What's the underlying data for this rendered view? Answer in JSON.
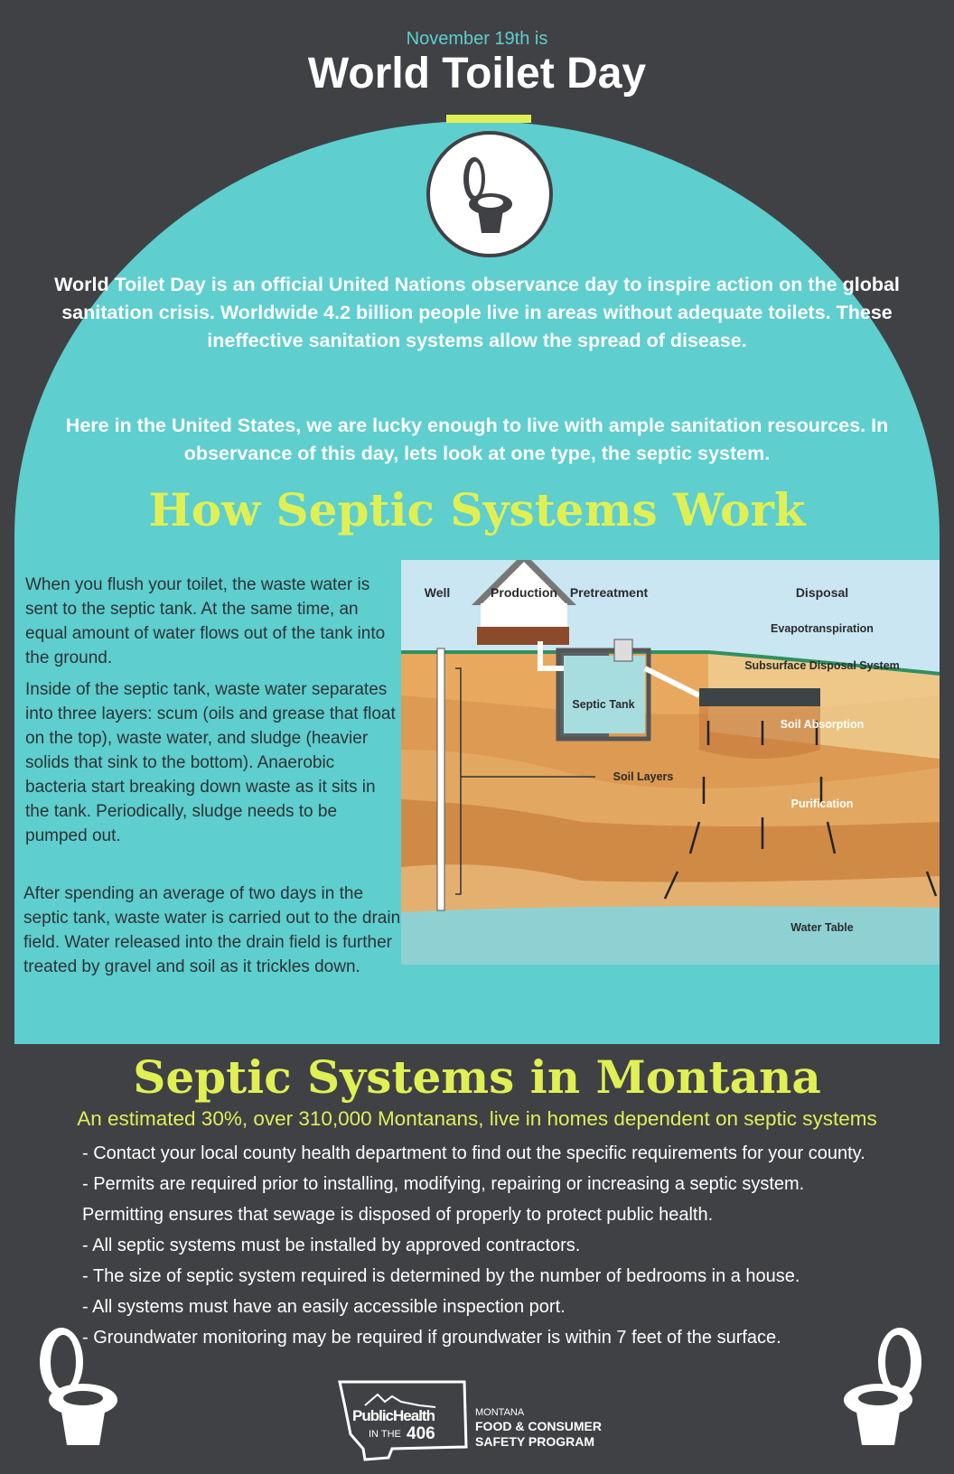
{
  "header": {
    "subtitle": "November 19th is",
    "title": "World Toilet Day"
  },
  "intro": {
    "p1": "World Toilet Day is an official United Nations observance day to inspire action on the global sanitation crisis. Worldwide 4.2 billion people live in areas without adequate toilets. These ineffective sanitation systems allow the spread of disease.",
    "p2": "Here in the United States, we are lucky enough to live with ample sanitation resources. In observance of this day, lets look at one type, the septic system."
  },
  "how": {
    "heading": "How Septic Systems Work",
    "paragraphs": [
      "When you flush your toilet, the waste water is sent to the septic tank. At the same time, an equal amount of water flows out of the tank into the ground.",
      "Inside of the septic tank, waste water separates into three layers: scum (oils and grease that float on the top), waste water, and sludge (heavier solids that sink to the bottom). Anaerobic bacteria start breaking down waste as it sits in the tank. Periodically, sludge needs to be pumped out.",
      "After spending an average of two days in the septic tank, waste water is carried out to the drain field. Water released into the drain field is further treated by gravel and soil as it trickles down."
    ],
    "diagram": {
      "well": "Well",
      "production": "Production",
      "pretreatment": "Pretreatment",
      "disposal": "Disposal",
      "evapo": "Evapotranspiration",
      "subsurface": "Subsurface Disposal System",
      "tank": "Septic Tank",
      "absorption": "Soil Absorption",
      "soil_layers": "Soil Layers",
      "purification": "Purification",
      "water_table": "Water Table"
    }
  },
  "montana": {
    "heading": "Septic Systems in Montana",
    "stat": "An estimated 30%, over 310,000 Montanans, live in homes dependent on septic systems",
    "items": [
      "- Contact your local county health department to find out the specific requirements for your county.",
      "- Permits are required prior to installing, modifying, repairing or increasing a septic system.",
      "Permitting  ensures that sewage is disposed of properly to protect public health.",
      "- All septic systems must be installed by approved contractors.",
      "- The size of septic system required is determined by the number of bedrooms in a house.",
      "- All systems must have an easily accessible inspection port.",
      "- Groundwater monitoring may be required if groundwater is within 7 feet of the surface."
    ]
  },
  "logo": {
    "line1": "PublicHealth",
    "line2a": "IN THE",
    "line2b": "406",
    "org1": "MONTANA",
    "org2": "FOOD & CONSUMER",
    "org3": "SAFETY PROGRAM"
  },
  "colors": {
    "bg": "#404145",
    "teal": "#5ecece",
    "accent": "#e0f054"
  }
}
